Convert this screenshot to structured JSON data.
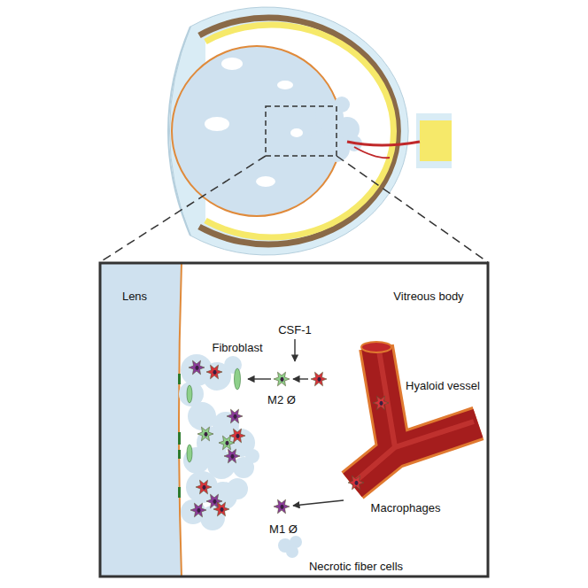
{
  "diagram": {
    "labels": [
      "Lens",
      "Vitreous body",
      "CSF-1",
      "Fibroblast",
      "Hyaloid vessel",
      "M2 Ø",
      "M1 Ø",
      "Macrophages",
      "Necrotic fiber cells"
    ]
  }
}
